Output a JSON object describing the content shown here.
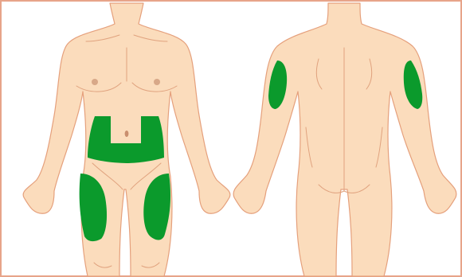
{
  "figure": {
    "views": [
      {
        "view": "front",
        "highlighted_sites": [
          "abdomen",
          "left-thigh",
          "right-thigh"
        ]
      },
      {
        "view": "back",
        "highlighted_sites": [
          "left-upper-arm",
          "right-upper-arm"
        ]
      }
    ]
  },
  "colors": {
    "border": "#e7a489",
    "skin": "#fbdcbc",
    "outline": "#e5a07c",
    "injection_zone": "#0b9a2c",
    "background": "#ffffff"
  }
}
